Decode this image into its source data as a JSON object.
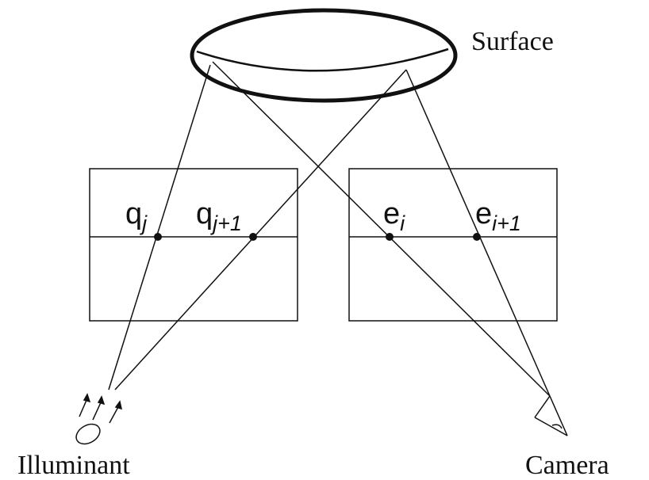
{
  "labels": {
    "surface": "Surface",
    "illuminant": "Illuminant",
    "camera": "Camera"
  },
  "projector_plane": {
    "points": [
      {
        "base": "q",
        "sub": "j"
      },
      {
        "base": "q",
        "sub": "j+1"
      }
    ]
  },
  "camera_plane": {
    "points": [
      {
        "base": "e",
        "sub": "i"
      },
      {
        "base": "e",
        "sub": "i+1"
      }
    ]
  }
}
